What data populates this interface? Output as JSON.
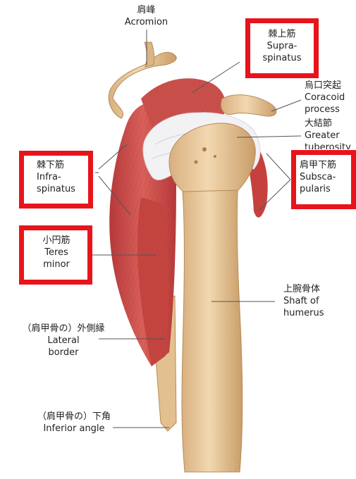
{
  "colors": {
    "highlight_box": "#e8141c",
    "muscle": "#d0504c",
    "muscle_dark": "#b6393a",
    "bone": "#e9c79a",
    "bone_dark": "#c99d68",
    "tendon": "#f1f1f4",
    "leader_line": "#555555"
  },
  "labels": {
    "acromion": {
      "jp": "肩峰",
      "en": "Acromion"
    },
    "supraspinatus": {
      "jp": "棘上筋",
      "en1": "Supra-",
      "en2": "spinatus"
    },
    "coracoid": {
      "jp": "烏口突起",
      "en1": "Coracoid",
      "en2": "process"
    },
    "greater_tuberosity": {
      "jp": "大結節",
      "en1": "Greater",
      "en2": "tuberosity"
    },
    "infraspinatus": {
      "jp": "棘下筋",
      "en1": "Infra-",
      "en2": "spinatus"
    },
    "subscapularis": {
      "jp": "肩甲下筋",
      "en1": "Subsca-",
      "en2": "pularis"
    },
    "teres_minor": {
      "jp": "小円筋",
      "en1": "Teres",
      "en2": "minor"
    },
    "shaft": {
      "jp": "上腕骨体",
      "en1": "Shaft of",
      "en2": "humerus"
    },
    "lateral_border": {
      "jp": "（肩甲骨の）外側縁",
      "en1": "Lateral",
      "en2": "border"
    },
    "inferior_angle": {
      "jp": "（肩甲骨の）下角",
      "en": "Inferior angle"
    }
  }
}
